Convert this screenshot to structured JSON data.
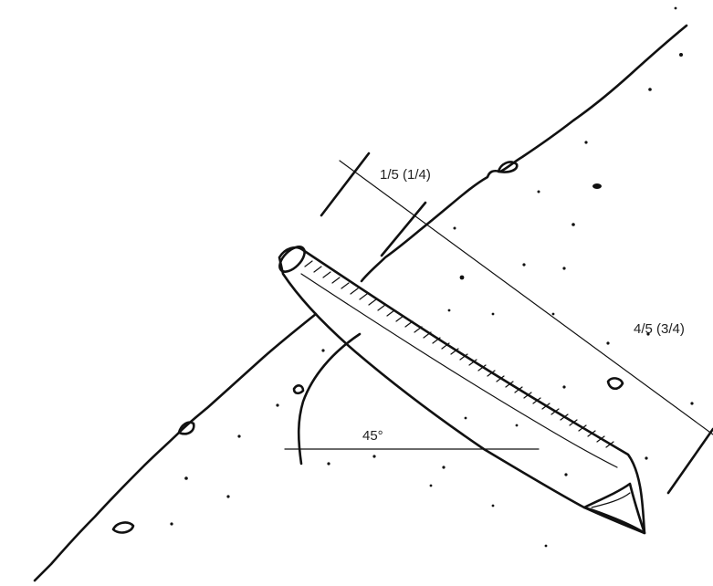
{
  "labels": {
    "top_ratio": "1/5 (1/4)",
    "bottom_ratio": "4/5 (3/4)",
    "angle": "45°"
  },
  "colors": {
    "ink": "#111111",
    "background": "#ffffff"
  }
}
